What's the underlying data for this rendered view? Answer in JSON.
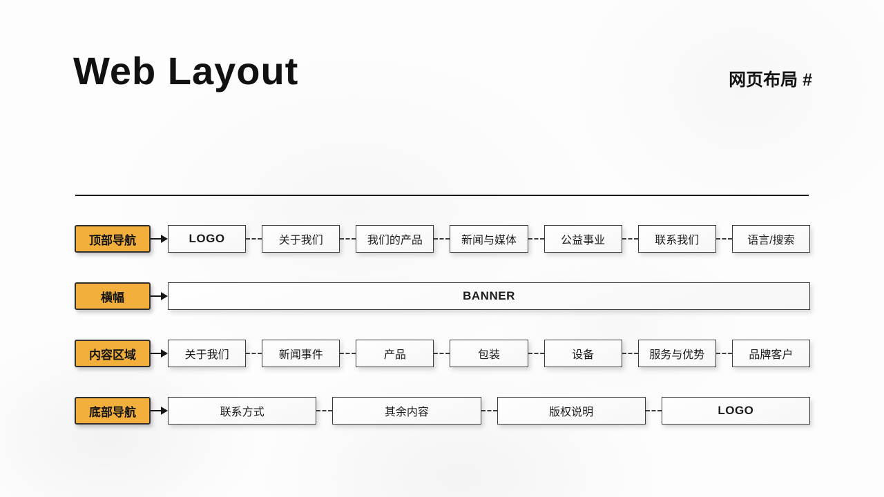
{
  "header": {
    "title": "Web Layout",
    "subtitle": "网页布局 #"
  },
  "colors": {
    "accent": "#F2AF3B",
    "box_border": "#3A3A3A",
    "text": "#1B1B1B"
  },
  "diagram": {
    "rows": [
      {
        "label": "顶部导航",
        "boxes": [
          {
            "label": "LOGO"
          },
          {
            "label": "关于我们"
          },
          {
            "label": "我们的产品"
          },
          {
            "label": "新闻与媒体"
          },
          {
            "label": "公益事业"
          },
          {
            "label": "联系我们"
          },
          {
            "label": "语言/搜索"
          }
        ]
      },
      {
        "label": "横幅",
        "boxes": [
          {
            "label": "BANNER"
          }
        ]
      },
      {
        "label": "内容区域",
        "boxes": [
          {
            "label": "关于我们"
          },
          {
            "label": "新闻事件"
          },
          {
            "label": "产品"
          },
          {
            "label": "包装"
          },
          {
            "label": "设备"
          },
          {
            "label": "服务与优势"
          },
          {
            "label": "品牌客户"
          }
        ]
      },
      {
        "label": "底部导航",
        "boxes": [
          {
            "label": "联系方式"
          },
          {
            "label": "其余内容"
          },
          {
            "label": "版权说明"
          },
          {
            "label": "LOGO"
          }
        ]
      }
    ]
  }
}
